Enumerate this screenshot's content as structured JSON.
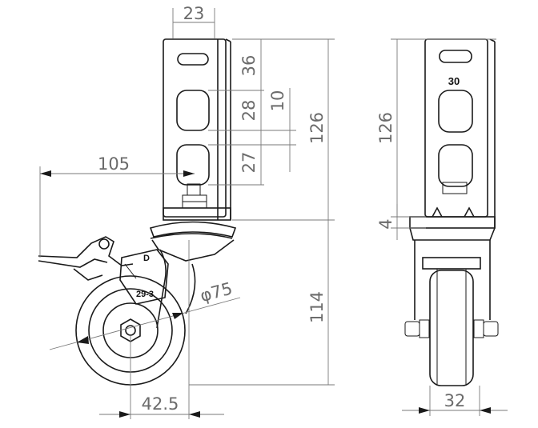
{
  "dimensions": {
    "bracket_width": "23",
    "slot_height_1": "36",
    "slot_height_2": "28",
    "slot_gap": "10",
    "slot_height_3": "27",
    "total_bracket_height": "126",
    "brake_reach": "105",
    "wheel_diameter": "φ75",
    "height_below_bracket": "114",
    "swivel_offset": "42.5",
    "side_bracket_height": "126",
    "plate_thickness": "4",
    "wheel_width": "32"
  },
  "labels": {
    "model_code": "29-3",
    "brand_mark": "D",
    "side_number": "30"
  }
}
